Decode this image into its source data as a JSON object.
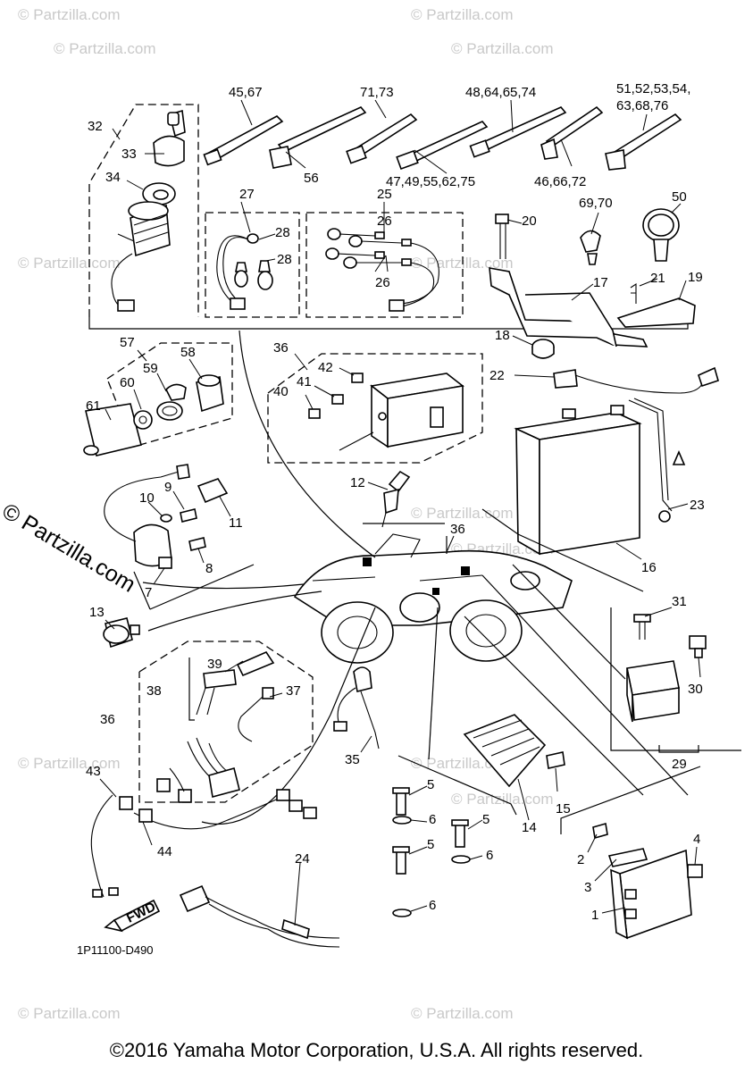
{
  "diagram": {
    "code": "1P11100-D490",
    "copyright": "©2016 Yamaha Motor Corporation, U.S.A. All rights reserved.",
    "watermark_large": "© Partzilla.com",
    "watermark_small": "© Partzilla.com",
    "fwd_label": "FWD",
    "callouts": [
      {
        "id": "c-45-67",
        "text": "45,67"
      },
      {
        "id": "c-71-73",
        "text": "71,73"
      },
      {
        "id": "c-48-64-65-74",
        "text": "48,64,65,74"
      },
      {
        "id": "c-51-54",
        "text": "51,52,53,54,"
      },
      {
        "id": "c-63-68-76",
        "text": "63,68,76"
      },
      {
        "id": "c-32",
        "text": "32"
      },
      {
        "id": "c-33",
        "text": "33"
      },
      {
        "id": "c-34",
        "text": "34"
      },
      {
        "id": "c-56",
        "text": "56"
      },
      {
        "id": "c-47-75",
        "text": "47,49,55,62,75"
      },
      {
        "id": "c-46-66-72",
        "text": "46,66,72"
      },
      {
        "id": "c-27",
        "text": "27"
      },
      {
        "id": "c-25",
        "text": "25"
      },
      {
        "id": "c-26a",
        "text": "26"
      },
      {
        "id": "c-26b",
        "text": "26"
      },
      {
        "id": "c-28a",
        "text": "28"
      },
      {
        "id": "c-28b",
        "text": "28"
      },
      {
        "id": "c-20",
        "text": "20"
      },
      {
        "id": "c-69-70",
        "text": "69,70"
      },
      {
        "id": "c-50",
        "text": "50"
      },
      {
        "id": "c-17",
        "text": "17"
      },
      {
        "id": "c-21",
        "text": "21"
      },
      {
        "id": "c-19",
        "text": "19"
      },
      {
        "id": "c-18",
        "text": "18"
      },
      {
        "id": "c-57",
        "text": "57"
      },
      {
        "id": "c-58",
        "text": "58"
      },
      {
        "id": "c-59",
        "text": "59"
      },
      {
        "id": "c-60",
        "text": "60"
      },
      {
        "id": "c-61",
        "text": "61"
      },
      {
        "id": "c-36a",
        "text": "36"
      },
      {
        "id": "c-42",
        "text": "42"
      },
      {
        "id": "c-41",
        "text": "41"
      },
      {
        "id": "c-40",
        "text": "40"
      },
      {
        "id": "c-22",
        "text": "22"
      },
      {
        "id": "c-9",
        "text": "9"
      },
      {
        "id": "c-10",
        "text": "10"
      },
      {
        "id": "c-11",
        "text": "11"
      },
      {
        "id": "c-12",
        "text": "12"
      },
      {
        "id": "c-8",
        "text": "8"
      },
      {
        "id": "c-7",
        "text": "7"
      },
      {
        "id": "c-23",
        "text": "23"
      },
      {
        "id": "c-36b",
        "text": "36"
      },
      {
        "id": "c-16",
        "text": "16"
      },
      {
        "id": "c-13",
        "text": "13"
      },
      {
        "id": "c-31",
        "text": "31"
      },
      {
        "id": "c-39",
        "text": "39"
      },
      {
        "id": "c-38",
        "text": "38"
      },
      {
        "id": "c-37",
        "text": "37"
      },
      {
        "id": "c-36c",
        "text": "36"
      },
      {
        "id": "c-30",
        "text": "30"
      },
      {
        "id": "c-29",
        "text": "29"
      },
      {
        "id": "c-35",
        "text": "35"
      },
      {
        "id": "c-43",
        "text": "43"
      },
      {
        "id": "c-44",
        "text": "44"
      },
      {
        "id": "c-5a",
        "text": "5"
      },
      {
        "id": "c-6a",
        "text": "6"
      },
      {
        "id": "c-5b",
        "text": "5"
      },
      {
        "id": "c-6b",
        "text": "6"
      },
      {
        "id": "c-5c",
        "text": "5"
      },
      {
        "id": "c-6c",
        "text": "6"
      },
      {
        "id": "c-14",
        "text": "14"
      },
      {
        "id": "c-15",
        "text": "15"
      },
      {
        "id": "c-24",
        "text": "24"
      },
      {
        "id": "c-2",
        "text": "2"
      },
      {
        "id": "c-3",
        "text": "3"
      },
      {
        "id": "c-4",
        "text": "4"
      },
      {
        "id": "c-1",
        "text": "1"
      }
    ]
  }
}
